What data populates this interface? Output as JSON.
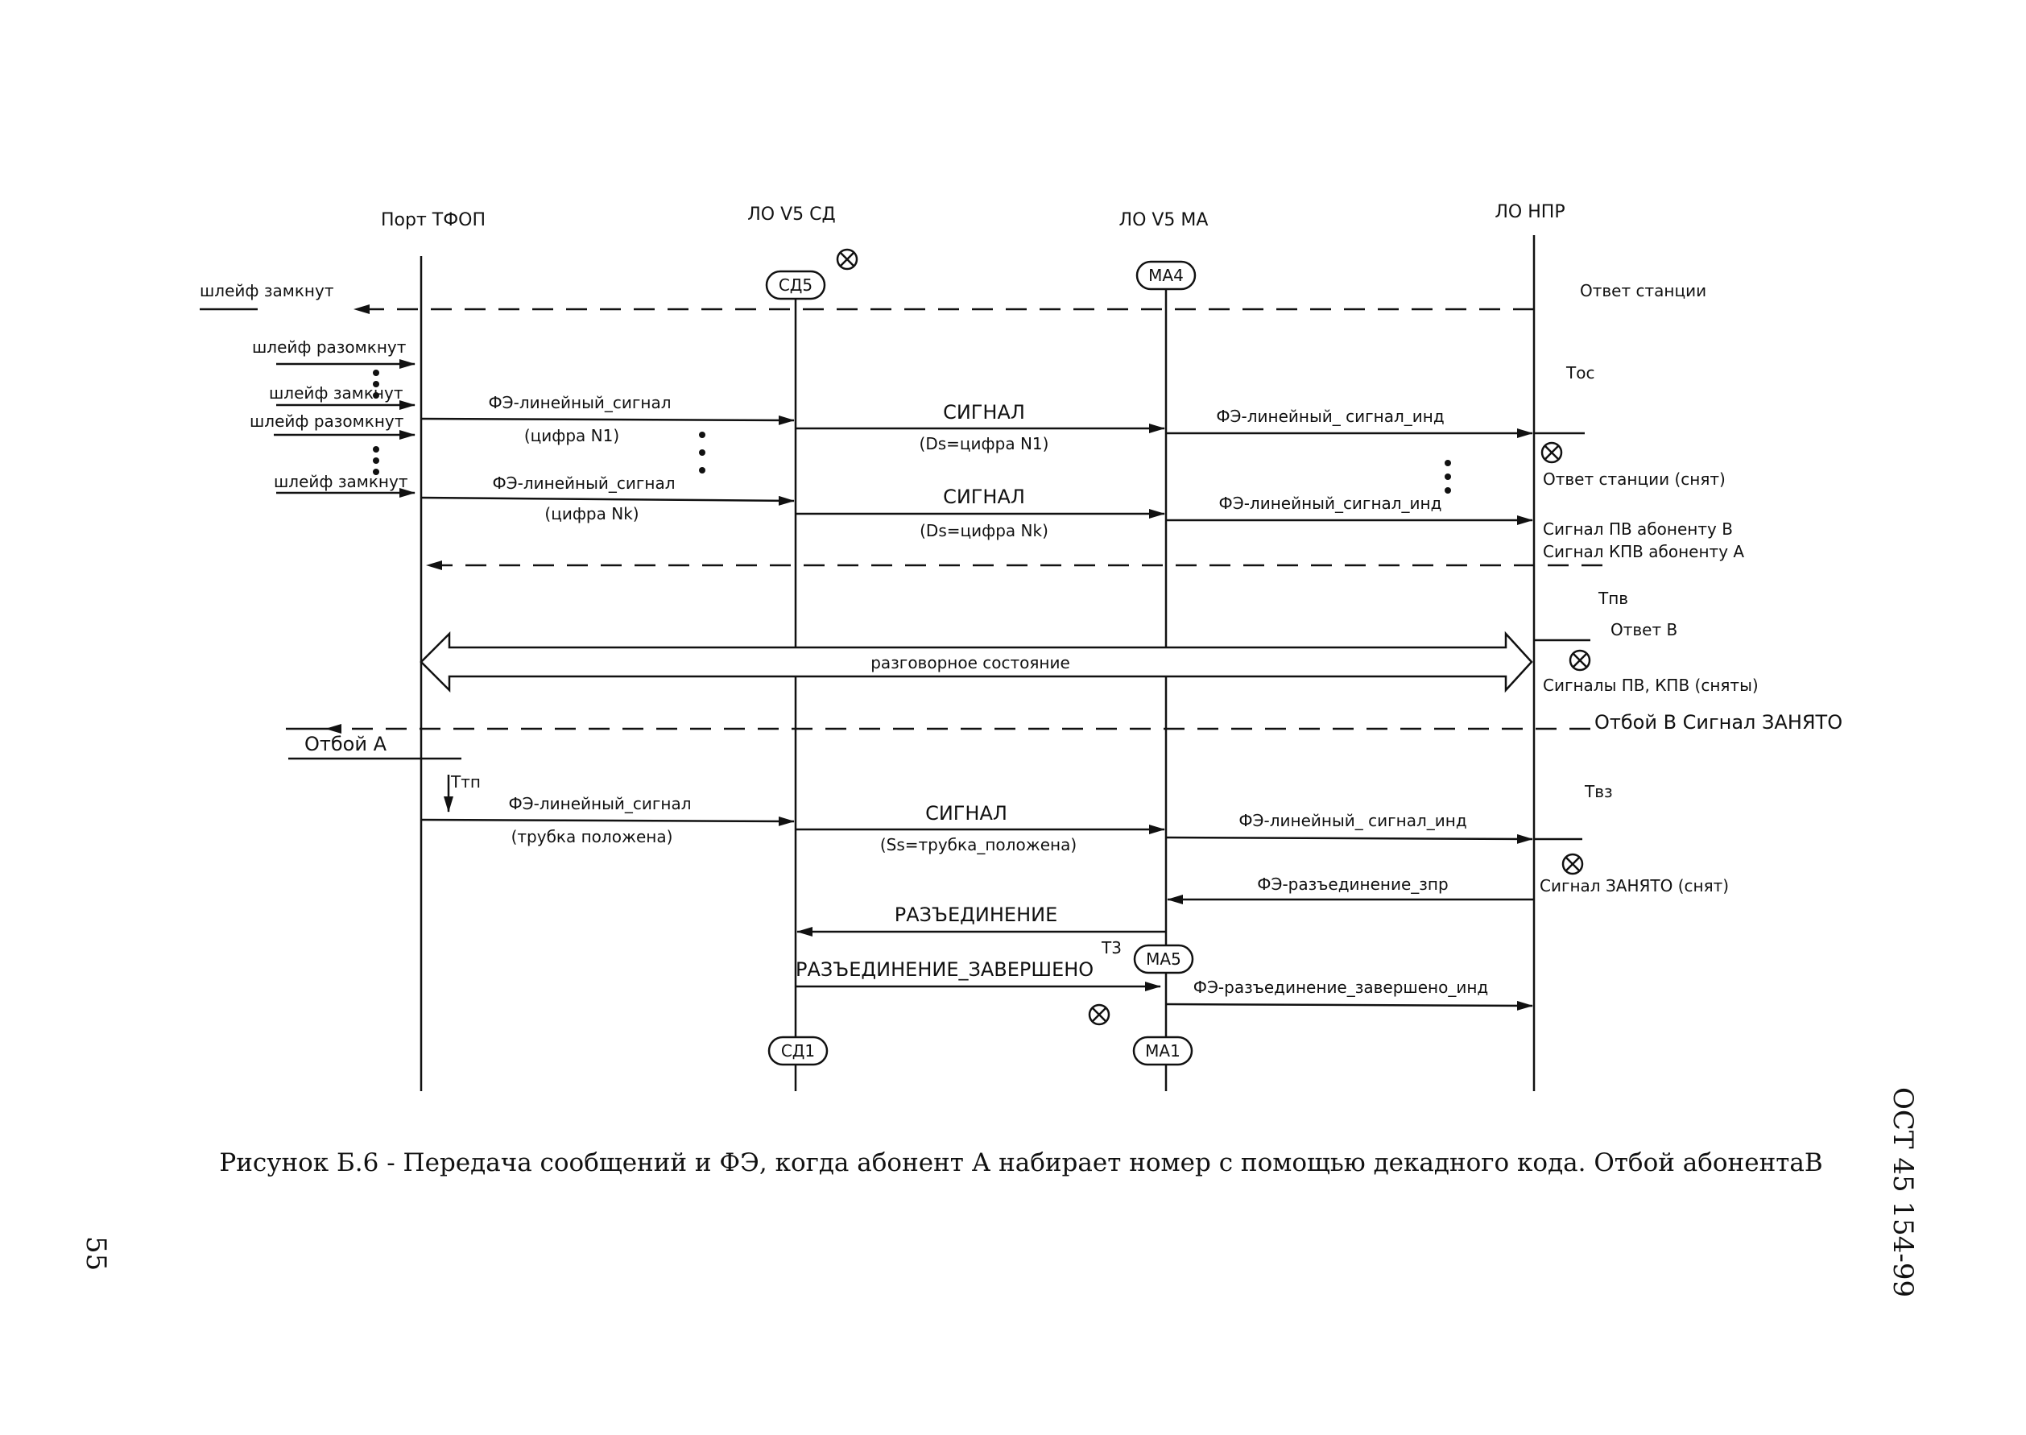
{
  "columns": {
    "pstn_port": "Порт ТФОП",
    "v5_sd": "ЛО V5 СД",
    "v5_ma": "ЛО V5 МА",
    "lo_npr": "ЛО НПР"
  },
  "states": {
    "sd5": "СД5",
    "ma4": "МА4",
    "ma5": "МА5",
    "sd1": "СД1",
    "ma1": "МА1"
  },
  "left_labels": {
    "loop_closed_top": "шлейф замкнут",
    "loop_open_1": "шлейф разомкнут",
    "loop_closed_1": "шлейф замкнут",
    "loop_open_2": "шлейф разомкнут",
    "loop_closed_2": "шлейф замкнут",
    "release_a": "Отбой А"
  },
  "messages": {
    "fe_line_signal_1": "ФЭ-линейный_сигнал",
    "digit_n1": "(цифра N1)",
    "signal_1": "СИГНАЛ",
    "ds_n1": "(Ds=цифра N1)",
    "fe_line_signal_ind_1": "ФЭ-линейный_ сигнал_инд",
    "fe_line_signal_2": "ФЭ-линейный_сигнал",
    "digit_nk": "(цифра Nk)",
    "signal_2": "СИГНАЛ",
    "ds_nk": "(Ds=цифра Nk)",
    "fe_line_signal_ind_2": "ФЭ-линейный_сигнал_инд",
    "conversation": "разговорное состояние",
    "fe_line_signal_3": "ФЭ-линейный_сигнал",
    "handset_down": "(трубка положена)",
    "signal_3": "СИГНАЛ",
    "ss_handset": "(Ss=трубка_положена)",
    "fe_line_signal_ind_3": "ФЭ-линейный_ сигнал_инд",
    "fe_disconnect_req": "ФЭ-разъединение_зпр",
    "disconnect": "РАЗЪЕДИНЕНИЕ",
    "disconnect_done": "РАЗЪЕДИНЕНИЕ_ЗАВЕРШЕНО",
    "fe_disconnect_done_ind": "ФЭ-разъединение_завершено_инд"
  },
  "timers": {
    "tos": "Тос",
    "tpv": "Тпв",
    "tvz": "Твз",
    "ttp": "Ттп",
    "t3": "Т3"
  },
  "right_labels": {
    "dial_tone": "Ответ станции",
    "dial_tone_removed": "Ответ станции (снят)",
    "ringback_b": "Сигнал ПВ абоненту В",
    "ringback_a": "Сигнал КПВ абоненту А",
    "answer_b": "Ответ В",
    "signals_removed": "Сигналы ПВ, КПВ (сняты)",
    "release_b_busy": "Отбой В  Сигнал ЗАНЯТО",
    "busy_removed": "Сигнал ЗАНЯТО (снят)"
  },
  "caption": "Рисунок Б.6 - Передача сообщений и ФЭ, когда абонент А набирает номер с помощью декадного кода. Отбой абонентаВ",
  "side_code": "ОСТ 45 154-99",
  "page_number": "55"
}
